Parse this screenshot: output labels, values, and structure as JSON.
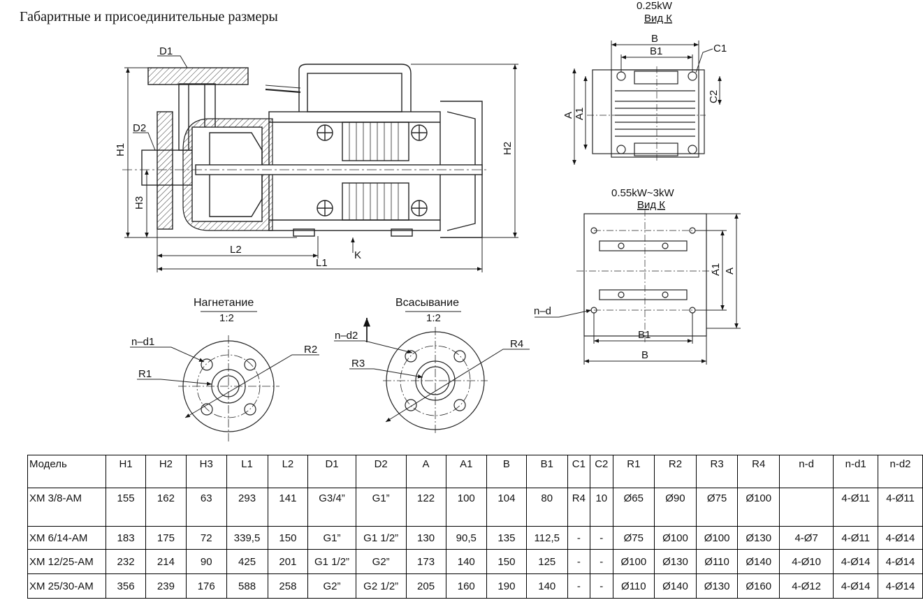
{
  "title": "Габаритные и присоединительные размеры",
  "side_view": {
    "labels": {
      "d1": "D1",
      "d2": "D2",
      "h1": "H1",
      "h2": "H2",
      "h3": "H3",
      "l1": "L1",
      "l2": "L2",
      "k": "K"
    }
  },
  "view_small": {
    "power": "0.25kW",
    "name": "Вид К",
    "labels": {
      "b": "B",
      "b1": "B1",
      "c1": "C1",
      "c2": "C2",
      "a": "A",
      "a1": "A1"
    }
  },
  "view_large": {
    "power": "0.55kW~3kW",
    "name": "Вид К",
    "labels": {
      "a": "A",
      "a1": "A1",
      "b": "B",
      "b1": "B1",
      "nd": "n–d"
    }
  },
  "flange_discharge": {
    "name": "Нагнетание",
    "scale": "1:2",
    "labels": {
      "nd1": "n–d1",
      "r1": "R1",
      "r2": "R2"
    }
  },
  "flange_suction": {
    "name": "Всасывание",
    "scale": "1:2",
    "labels": {
      "nd2": "n–d2",
      "r3": "R3",
      "r4": "R4"
    }
  },
  "table": {
    "headers": [
      "Модель",
      "H1",
      "H2",
      "H3",
      "L1",
      "L2",
      "D1",
      "D2",
      "A",
      "A1",
      "B",
      "B1",
      "C1",
      "C2",
      "R1",
      "R2",
      "R3",
      "R4",
      "n-d",
      "n-d1",
      "n-d2"
    ],
    "rows": [
      [
        "XM 3/8-AM",
        "155",
        "162",
        "63",
        "293",
        "141",
        "G3/4”",
        "G1”",
        "122",
        "100",
        "104",
        "80",
        "R4",
        "10",
        "Ø65",
        "Ø90",
        "Ø75",
        "Ø100",
        "",
        "4-Ø11",
        "4-Ø11"
      ],
      [
        "XM 6/14-AM",
        "183",
        "175",
        "72",
        "339,5",
        "150",
        "G1”",
        "G1 1/2”",
        "130",
        "90,5",
        "135",
        "112,5",
        "-",
        "-",
        "Ø75",
        "Ø100",
        "Ø100",
        "Ø130",
        "4-Ø7",
        "4-Ø11",
        "4-Ø14"
      ],
      [
        "XM 12/25-AM",
        "232",
        "214",
        "90",
        "425",
        "201",
        "G1 1/2”",
        "G2”",
        "173",
        "140",
        "150",
        "125",
        "-",
        "-",
        "Ø100",
        "Ø130",
        "Ø110",
        "Ø140",
        "4-Ø10",
        "4-Ø14",
        "4-Ø14"
      ],
      [
        "XM 25/30-AM",
        "356",
        "239",
        "176",
        "588",
        "258",
        "G2”",
        "G2 1/2”",
        "205",
        "160",
        "190",
        "140",
        "-",
        "-",
        "Ø110",
        "Ø140",
        "Ø130",
        "Ø160",
        "4-Ø12",
        "4-Ø14",
        "4-Ø14"
      ]
    ]
  }
}
